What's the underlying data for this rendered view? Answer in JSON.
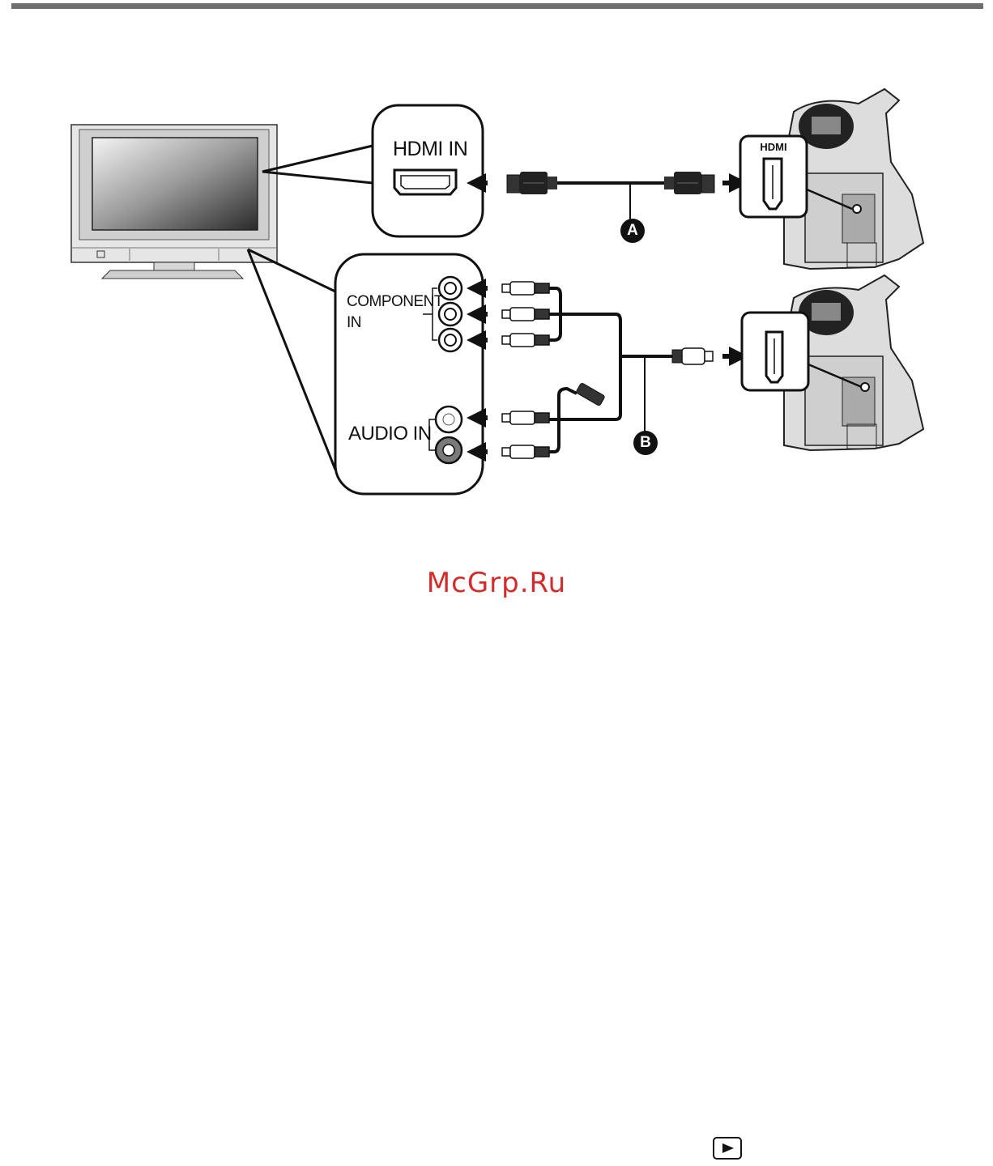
{
  "labels": {
    "hdmi_in": "HDMI IN",
    "component_in_line1": "COMPONENT",
    "component_in_line2": "IN",
    "audio_in": "AUDIO IN",
    "hdmi_logo": "HDMI"
  },
  "markers": {
    "a": "A",
    "b": "B"
  },
  "watermark": "McGrp.Ru",
  "icons": {
    "play_mode": "play-icon"
  },
  "colors": {
    "top_bar": "#6f6f6f",
    "watermark": "#d42b2b",
    "audio_right_jack": "#7a7a7a"
  }
}
